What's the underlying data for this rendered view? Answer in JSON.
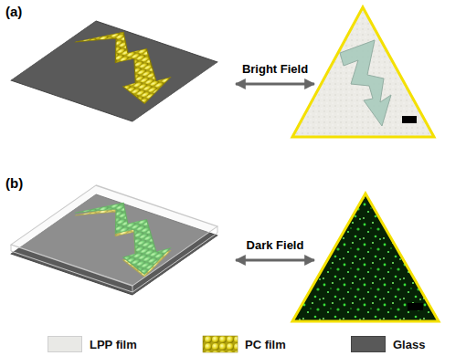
{
  "diagram": {
    "labels": [
      "(a)",
      "Bright Field",
      "(b)",
      "Dark Field"
    ],
    "legend": [
      {
        "text": "LPP film"
      },
      {
        "text": "PC film"
      },
      {
        "text": "Glass",
        "color": "#595959"
      }
    ]
  }
}
